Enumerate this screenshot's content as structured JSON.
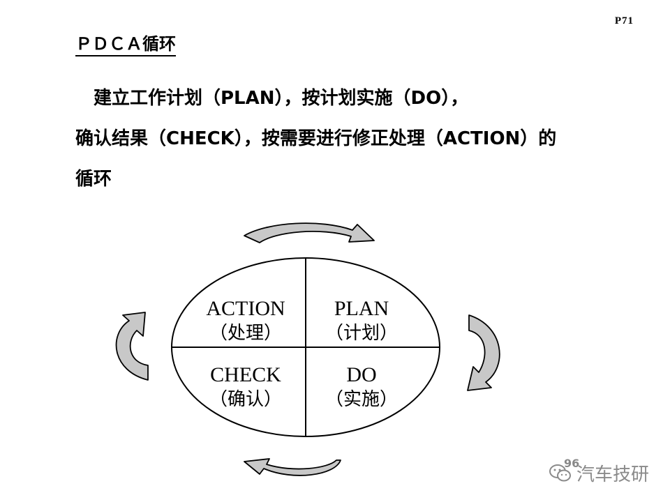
{
  "page_number": "P71",
  "title": "ＰＤＣＡ循环",
  "body_lines": [
    "　建立工作计划（PLAN），按计划实施（DO），",
    "确认结果（CHECK），按需要进行修正处理（ACTION）的",
    "循环"
  ],
  "quadrants": {
    "action": {
      "en": "ACTION",
      "zh": "（处理）"
    },
    "plan": {
      "en": "PLAN",
      "zh": "（计划）"
    },
    "check": {
      "en": "CHECK",
      "zh": "（确认）"
    },
    "do": {
      "en": "DO",
      "zh": "（实施）"
    }
  },
  "footer_number": "96",
  "watermark": {
    "text": "汽车技研",
    "icon": "wechat-icon"
  },
  "colors": {
    "arrow_fill": "#c8c8c8",
    "stroke": "#000000",
    "watermark": "#8a8a8a"
  }
}
